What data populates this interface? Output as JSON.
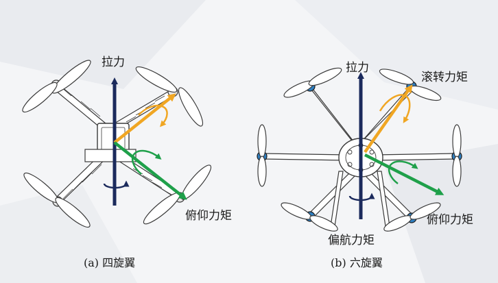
{
  "quad": {
    "thrust_label": "拉力",
    "pitch_label": "俯仰力矩",
    "caption": "(a) 四旋翼"
  },
  "hex": {
    "thrust_label": "拉力",
    "roll_label": "滚转力矩",
    "pitch_label": "俯仰力矩",
    "yaw_label": "偏航力矩",
    "caption": "(b) 六旋翼"
  },
  "colors": {
    "thrust_arrow": "#1b2a5c",
    "roll_arrow": "#f0a623",
    "pitch_arrow": "#1fa04a",
    "frame": "#ffffff",
    "outline": "#3a3a3a",
    "motor": "#2f7fc1"
  }
}
